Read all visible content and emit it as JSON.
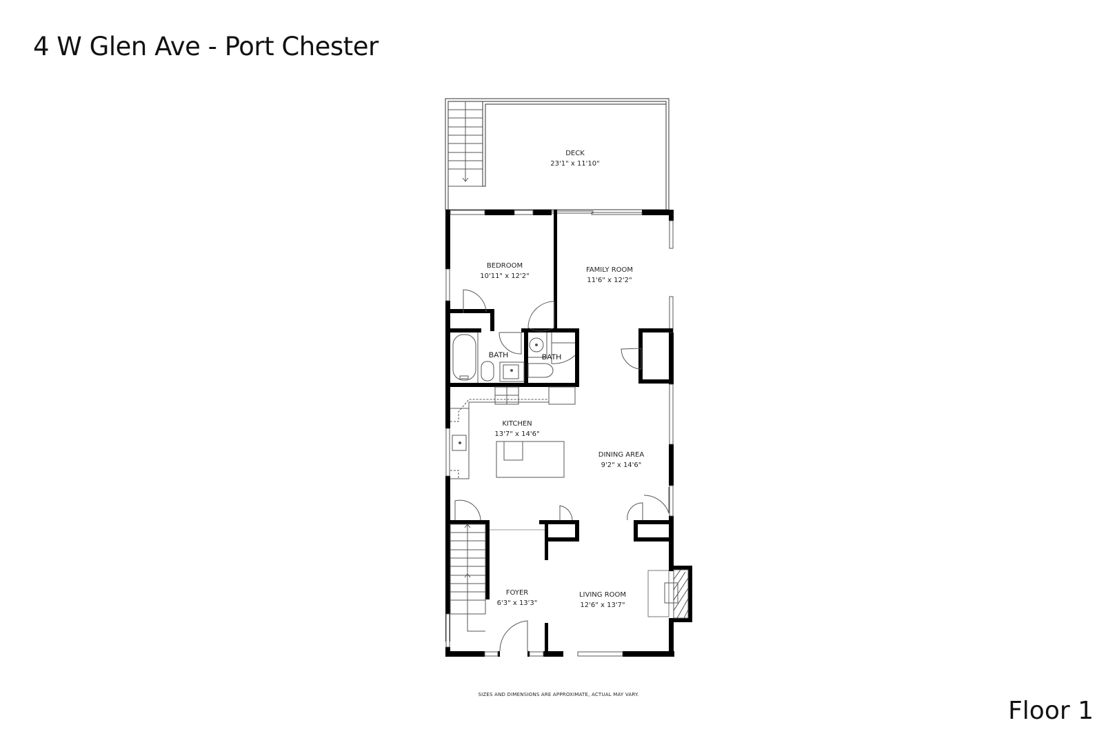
{
  "header": {
    "title": "4 W Glen Ave - Port Chester"
  },
  "footer": {
    "disclaimer": "SIZES AND DIMENSIONS ARE APPROXIMATE, ACTUAL MAY VARY.",
    "floor_label": "Floor 1"
  },
  "rooms": {
    "deck": {
      "name": "DECK",
      "dims": "23'1\" x 11'10\""
    },
    "bedroom": {
      "name": "BEDROOM",
      "dims": "10'11\" x 12'2\""
    },
    "family_room": {
      "name": "FAMILY ROOM",
      "dims": "11'6\" x 12'2\""
    },
    "bath_1": {
      "name": "BATH"
    },
    "bath_2": {
      "name": "BATH"
    },
    "kitchen": {
      "name": "KITCHEN",
      "dims": "13'7\" x 14'6\""
    },
    "dining_area": {
      "name": "DINING AREA",
      "dims": "9'2\" x 14'6\""
    },
    "foyer": {
      "name": "FOYER",
      "dims": "6'3\" x 13'3\""
    },
    "living_room": {
      "name": "LIVING ROOM",
      "dims": "12'6\" x 13'7\""
    }
  },
  "colors": {
    "wall": "#000000",
    "line": "#555555",
    "background": "#ffffff"
  }
}
